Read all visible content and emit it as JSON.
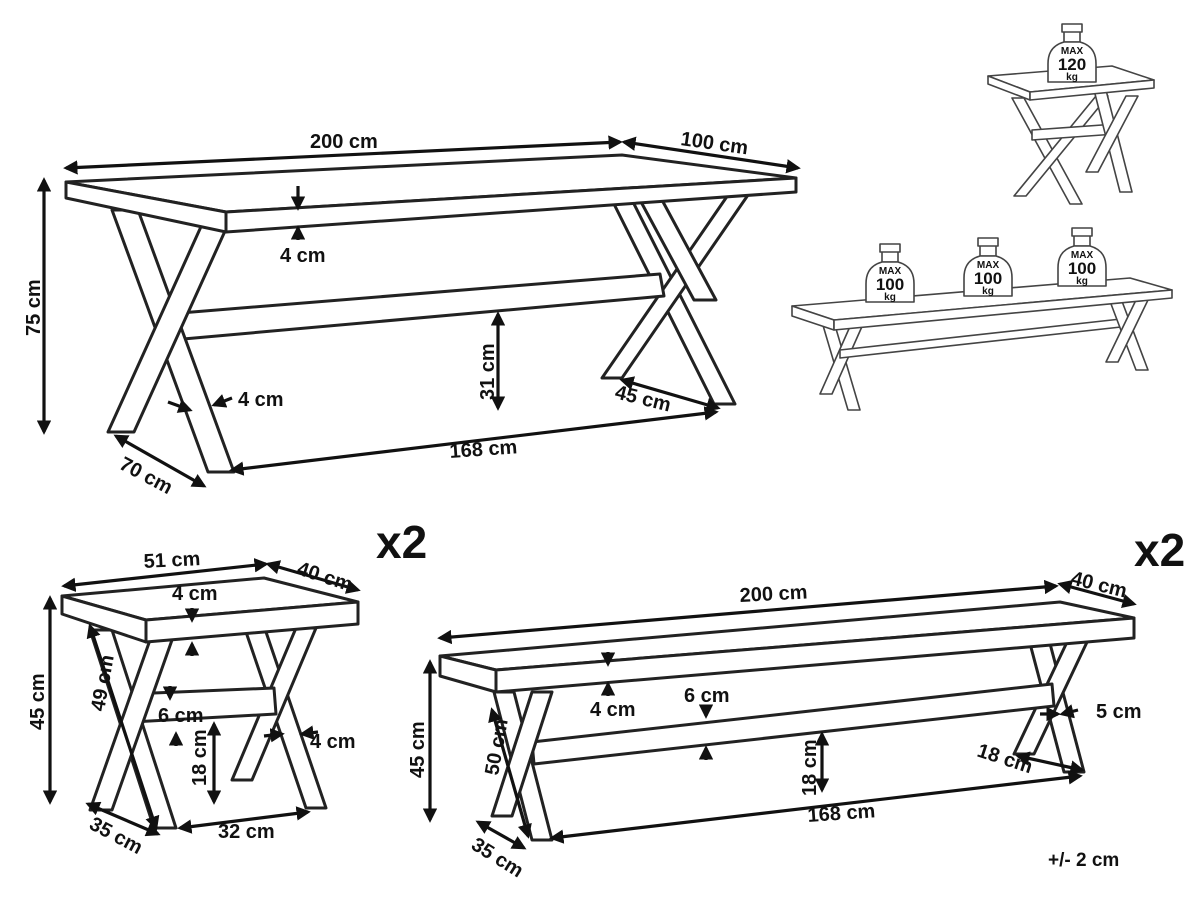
{
  "table": {
    "length": "200 cm",
    "depth": "100 cm",
    "height": "75 cm",
    "top_thickness": "4 cm",
    "beam_height": "31 cm",
    "leg_width": "4 cm",
    "foot_depth": "45 cm",
    "leg_span": "168 cm",
    "base_width": "70 cm"
  },
  "stool": {
    "count": "x2",
    "width": "51 cm",
    "depth": "40 cm",
    "height": "45 cm",
    "top_thickness": "4 cm",
    "leg_length": "49 cm",
    "beam_thickness": "6 cm",
    "leg_width": "4 cm",
    "beam_height": "18 cm",
    "base_width": "35 cm",
    "leg_span": "32 cm",
    "weight": {
      "max": "MAX",
      "value": "120",
      "unit": "kg"
    }
  },
  "bench": {
    "count": "x2",
    "length": "200 cm",
    "depth": "40 cm",
    "height": "45 cm",
    "top_thickness": "4 cm",
    "beam_thickness": "6 cm",
    "leg_width": "5 cm",
    "leg_length": "50 cm",
    "beam_height": "18 cm",
    "foot_depth": "18 cm",
    "leg_span": "168 cm",
    "base_width": "35 cm",
    "weights": [
      {
        "max": "MAX",
        "value": "100",
        "unit": "kg"
      },
      {
        "max": "MAX",
        "value": "100",
        "unit": "kg"
      },
      {
        "max": "MAX",
        "value": "100",
        "unit": "kg"
      }
    ]
  },
  "tolerance": "+/- 2 cm",
  "colors": {
    "line": "#222222",
    "background": "#ffffff"
  }
}
